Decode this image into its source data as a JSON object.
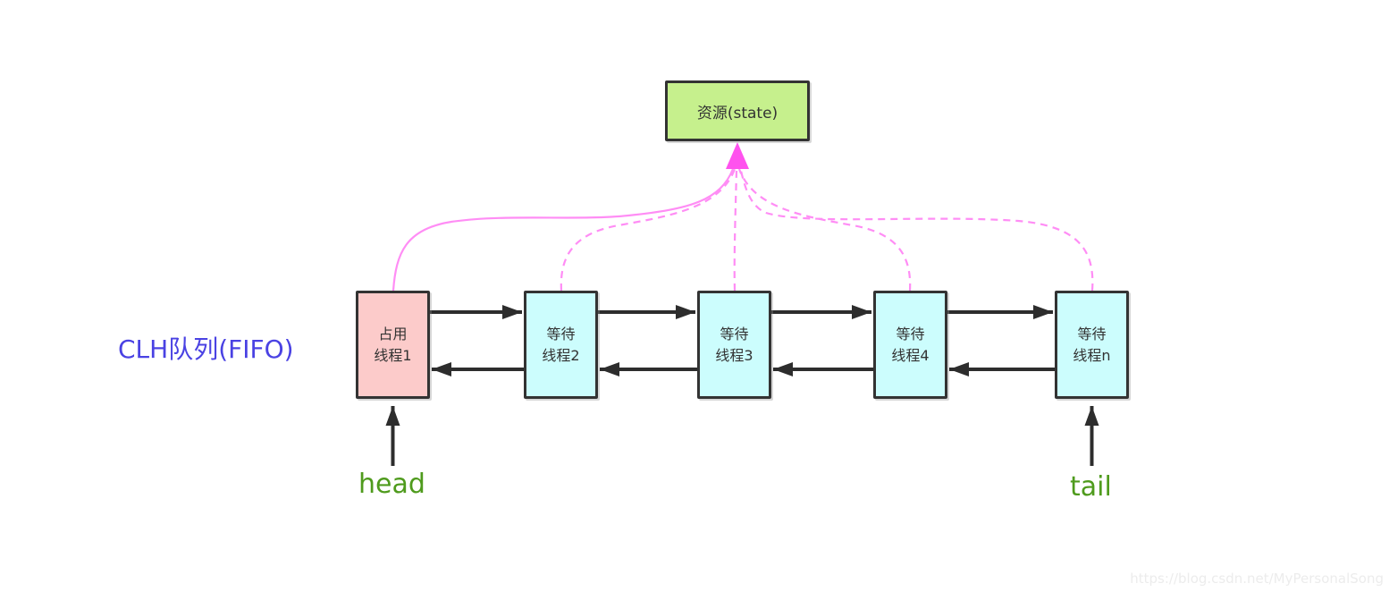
{
  "diagram": {
    "queue_label": "CLH队列(FIFO)",
    "resource": {
      "label": "资源(state)"
    },
    "nodes": [
      {
        "line1": "占用",
        "line2": "线程1",
        "state": "occupied"
      },
      {
        "line1": "等待",
        "line2": "线程2",
        "state": "waiting"
      },
      {
        "line1": "等待",
        "line2": "线程3",
        "state": "waiting"
      },
      {
        "line1": "等待",
        "line2": "线程4",
        "state": "waiting"
      },
      {
        "line1": "等待",
        "line2": "线程n",
        "state": "waiting"
      }
    ],
    "pointers": {
      "head": "head",
      "tail": "tail"
    },
    "watermark": "https://blog.csdn.net/MyPersonalSong"
  },
  "colors": {
    "background": "#ffffff",
    "resource_fill": "#c6f08d",
    "occupied_fill": "#fccbca",
    "waiting_fill": "#ccfdfd",
    "box_border": "#333333",
    "arrow_black": "#2d2d2d",
    "curve_magenta": "#ff8df5",
    "arrowhead_magenta": "#ff52ee",
    "queue_label_blue": "#4a42e3",
    "pointer_label_green": "#4f9b1d",
    "watermark_gray": "#ececec"
  }
}
